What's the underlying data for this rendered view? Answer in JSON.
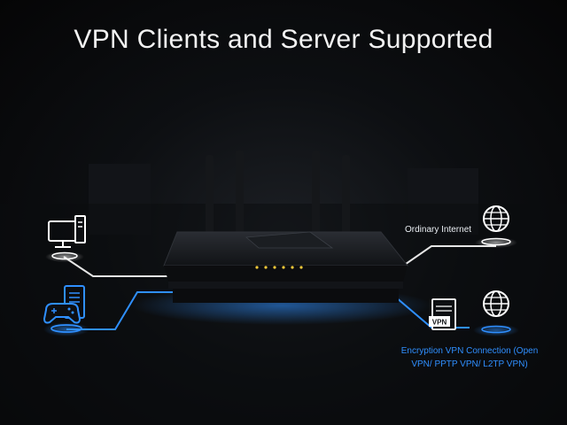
{
  "headline": "VPN Clients and Server Supported",
  "labels": {
    "ordinary": "Ordinary Internet",
    "encryption_line1": "Encryption VPN Connection (Open",
    "encryption_line2": "VPN/ PPTP VPN/ L2TP VPN)",
    "server_badge": "VPN"
  },
  "icons": {
    "desktop": "desktop-computer-icon",
    "console": "game-console-icon",
    "globe_top": "globe-icon",
    "globe_bottom": "globe-icon",
    "server": "vpn-server-icon",
    "router": "router-image"
  },
  "colors": {
    "accent_blue": "#2f8fff",
    "line_white": "#e6e6e6",
    "router_led": "#f3c93a"
  }
}
